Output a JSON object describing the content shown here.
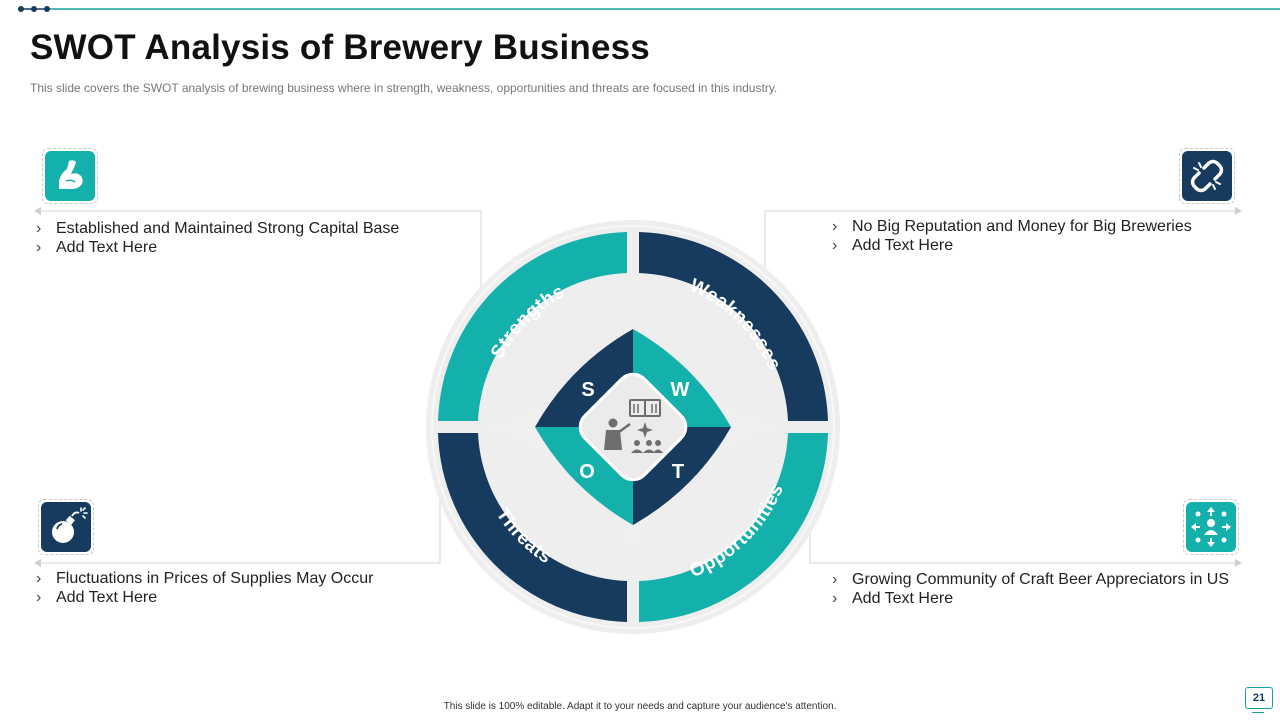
{
  "title": "SWOT Analysis of Brewery Business",
  "subtitle": "This slide covers the SWOT analysis of brewing business where in strength, weakness, opportunities and threats are focused in this industry.",
  "segments": {
    "strengths": "Strengths",
    "weaknesses": "Weaknesses",
    "opportunities": "Opportunities",
    "threats": "Threats"
  },
  "letters": {
    "s": "S",
    "w": "W",
    "o": "O",
    "t": "T"
  },
  "quadrants": {
    "strengths": {
      "icon": "flexed-arm-icon",
      "items": [
        "Established and Maintained Strong Capital Base",
        "Add Text Here"
      ]
    },
    "weaknesses": {
      "icon": "broken-link-icon",
      "items": [
        "No Big Reputation and Money for Big Breweries",
        "Add Text Here"
      ]
    },
    "threats": {
      "icon": "bomb-icon",
      "items": [
        "Fluctuations in Prices of Supplies May Occur",
        "Add Text Here"
      ]
    },
    "opportunities": {
      "icon": "network-people-icon",
      "items": [
        "Growing Community of Craft Beer Appreciators in US",
        "Add Text Here"
      ]
    }
  },
  "center_icon": "presenter-icon",
  "footer": "This slide is 100% editable. Adapt it to your needs and capture your audience's attention.",
  "page_number": "21",
  "colors": {
    "teal": "#14b0ac",
    "navy": "#163b5e",
    "ring_bg": "#eeeeee"
  }
}
